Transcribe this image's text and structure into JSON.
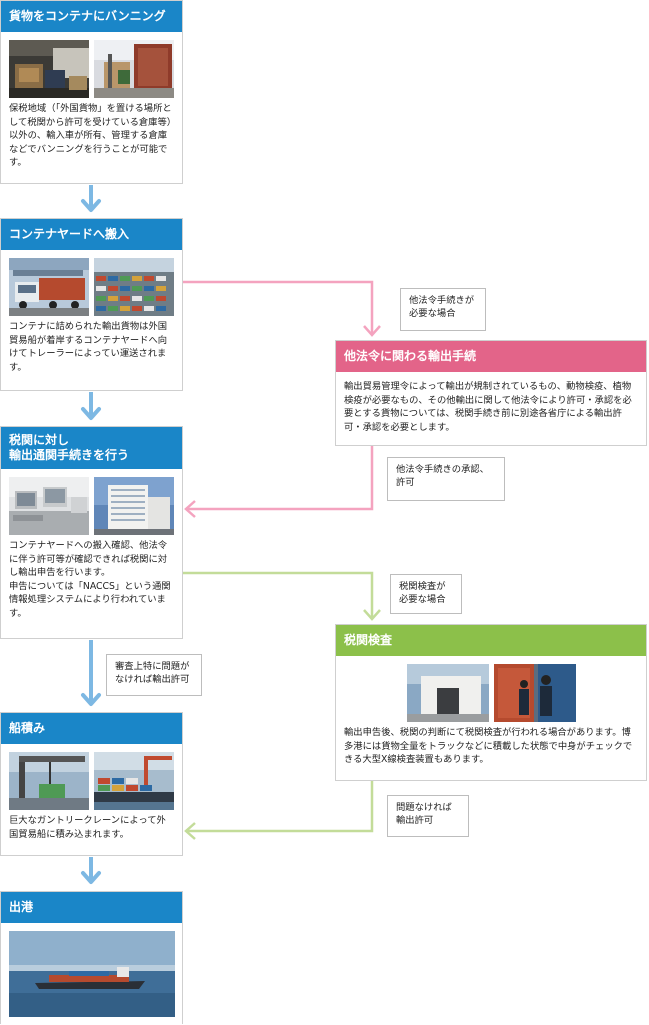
{
  "steps": {
    "vanning": {
      "title": "貨物をコンテナにバンニング",
      "text": "保税地域（「外国貨物」を置ける場所として税関から許可を受けている倉庫等）以外の、輸入車が所有、管理する倉庫などでバンニングを行うことが可能です。"
    },
    "yard": {
      "title": "コンテナヤードへ搬入",
      "text": "コンテナに詰められた輸出貨物は外国貿易船が着岸するコンテナヤードへ向けてトレーラーによってい運送されます。"
    },
    "customs": {
      "title_line1": "税関に対し",
      "title_line2": "輸出通関手続きを行う",
      "text1": "コンテナヤードへの搬入確認、他法令に伴う許可等が確認できれば税関に対し輸出申告を行います。",
      "text2": "申告については「NACCS」という通関情報処理システムにより行われています。"
    },
    "loading": {
      "title": "船積み",
      "text": "巨大なガントリークレーンによって外国貿易船に積み込まれます。"
    },
    "departure": {
      "title": "出港"
    },
    "other_law": {
      "title": "他法令に関わる輸出手続",
      "text": "輸出貿易管理令によって輸出が規制されているもの、動物検疫、植物検疫が必要なもの、その他輸出に関して他法令により許可・承認を必要とする貨物については、税関手続き前に別途各省庁による輸出許可・承認を必要とします。"
    },
    "inspection": {
      "title": "税関検査",
      "text": "輸出申告後、税関の判断にて税関検査が行われる場合があります。博多港には貨物全量をトラックなどに積載した状態で中身がチェックできる大型X線検査装置もあります。"
    }
  },
  "notes": {
    "other_law_needed_1": "他法令手続きが",
    "other_law_needed_2": "必要な場合",
    "other_law_approved_1": "他法令手続きの承認、",
    "other_law_approved_2": "許可",
    "inspection_needed_1": "税関検査が",
    "inspection_needed_2": "必要な場合",
    "review_ok_1": "審査上特に問題が",
    "review_ok_2": "なければ輸出許可",
    "no_problem_1": "問題なければ",
    "no_problem_2": "輸出許可"
  },
  "colors": {
    "blue": "#1a86c8",
    "arrow_blue": "#7db8e3",
    "pink": "#e36489",
    "pink_line": "#f4a3bf",
    "green": "#8cc04a",
    "green_line": "#c3dc99"
  }
}
